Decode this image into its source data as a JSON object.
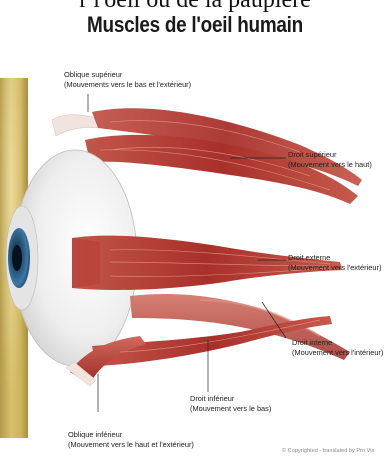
{
  "header": {
    "clipped_line": "r l'oeil ou de la paupière",
    "title": "Muscles de l'oeil humain"
  },
  "labels": {
    "oblique_superieur": {
      "name": "Oblique supérieur",
      "desc": "(Mouvements vers le bas et l'extérieur)"
    },
    "droit_superieur": {
      "name": "Droit supérieur",
      "desc": "(Mouvement vers le haut)"
    },
    "droit_externe": {
      "name": "Droit externe",
      "desc": "(Mouvement vers l'extérieur)"
    },
    "droit_interne": {
      "name": "Droit interne",
      "desc": "(Mouvement vers l'intérieur)"
    },
    "droit_inferieur": {
      "name": "Droit inférieur",
      "desc": "(Mouvement vers le bas)"
    },
    "oblique_inferieur": {
      "name": "Oblique inférieur",
      "desc": "(Mouvement vers le haut et l'extérieur)"
    }
  },
  "copyright": "© Copyrighted - translated by Pro Vis",
  "colors": {
    "muscle": "#b2372c",
    "muscle_light": "#d9867a",
    "tendon": "#f2e6e0",
    "iris": "#2f5f86"
  }
}
